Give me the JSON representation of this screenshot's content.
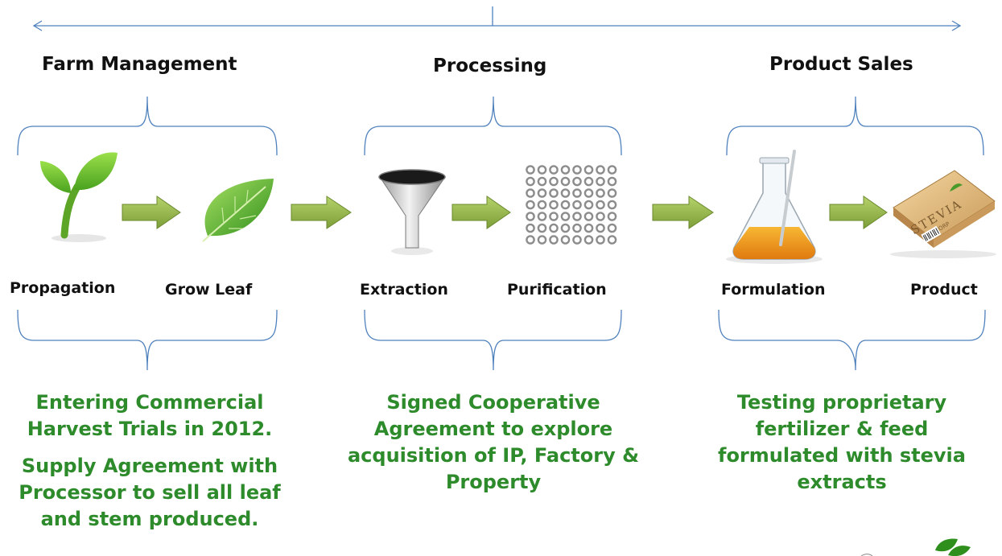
{
  "colors": {
    "bracket": "#4f81bd",
    "arrow_fill": "#8fb14a",
    "arrow_stroke": "#6a8a2e",
    "note_text": "#2e8b2b",
    "heading_text": "#111111"
  },
  "stages": [
    {
      "title": "Farm Management",
      "steps": [
        {
          "label": "Propagation",
          "icon": "sprout-icon"
        },
        {
          "label": "Grow Leaf",
          "icon": "leaf-icon"
        }
      ],
      "notes": [
        "Entering Commercial Harvest Trials in 2012.",
        "Supply Agreement with Processor to sell all leaf and stem produced."
      ]
    },
    {
      "title": "Processing",
      "steps": [
        {
          "label": "Extraction",
          "icon": "funnel-icon"
        },
        {
          "label": "Purification",
          "icon": "bead-grid-icon"
        }
      ],
      "notes": [
        "Signed Cooperative Agreement to explore acquisition of IP, Factory & Property"
      ]
    },
    {
      "title": "Product Sales",
      "steps": [
        {
          "label": "Formulation",
          "icon": "flask-icon"
        },
        {
          "label": "Product",
          "icon": "product-box-icon"
        }
      ],
      "notes": [
        "Testing proprietary fertilizer & feed formulated with stevia extracts"
      ]
    }
  ],
  "box_brand": {
    "name": "STEVIA",
    "sub": "CORP"
  }
}
